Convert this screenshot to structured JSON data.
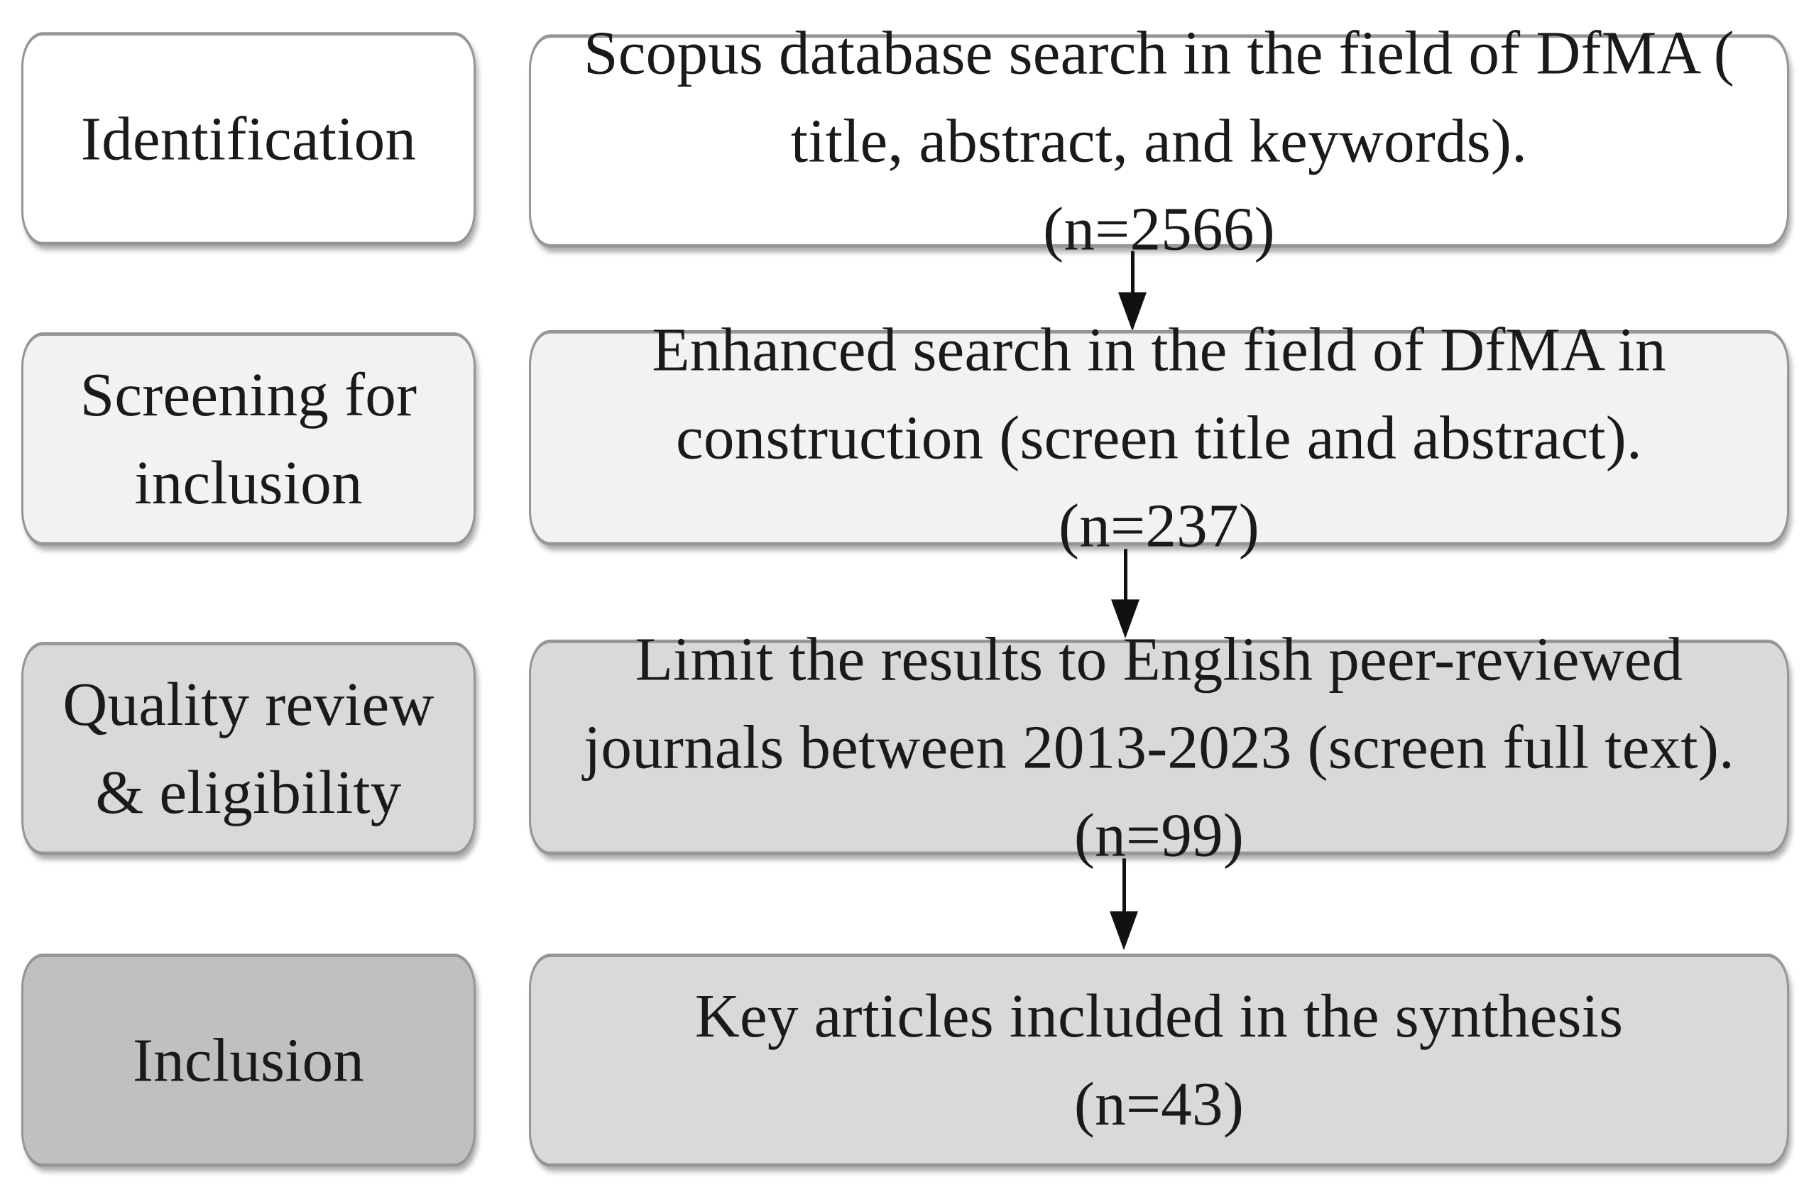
{
  "diagram": {
    "type": "prisma-flow-diagram",
    "title": "",
    "colors": {
      "border": "#969696",
      "text": "#1a1a1a",
      "arrow": "#111111",
      "fill_white": "#ffffff",
      "fill_light": "#f2f2f2",
      "fill_medium": "#d9d9d9",
      "fill_dark": "#c0c0c0"
    },
    "rows": [
      {
        "stage_label": "Identification",
        "stage_fill": "#ffffff",
        "content_text": "Scopus database search in the field of DfMA ( title, abstract, and keywords).\n(n=2566)",
        "content_fill": "#ffffff",
        "count_label": "(n=2566)",
        "count_value": 2566
      },
      {
        "stage_label": "Screening for inclusion",
        "stage_fill": "#f2f2f2",
        "content_text": "Enhanced search in the field of DfMA in construction (screen title and abstract).\n(n=237)",
        "content_fill": "#f2f2f2",
        "count_label": "(n=237)",
        "count_value": 237
      },
      {
        "stage_label": "Quality review & eligibility",
        "stage_fill": "#d9d9d9",
        "content_text": "Limit the results to English peer-reviewed journals between 2013-2023 (screen full text).\n(n=99)",
        "content_fill": "#d9d9d9",
        "count_label": "(n=99)",
        "count_value": 99
      },
      {
        "stage_label": "Inclusion",
        "stage_fill": "#c0c0c0",
        "content_text": "Key articles included in the synthesis\n(n=43)",
        "content_fill": "#d9d9d9",
        "count_label": "(n=43)",
        "count_value": 43
      }
    ],
    "arrows": [
      {
        "name": "arrow-identification-to-screening",
        "from": "content-box-1",
        "to": "content-box-2"
      },
      {
        "name": "arrow-screening-to-quality",
        "from": "content-box-2",
        "to": "content-box-3"
      },
      {
        "name": "arrow-quality-to-inclusion",
        "from": "content-box-3",
        "to": "content-box-4"
      }
    ]
  }
}
